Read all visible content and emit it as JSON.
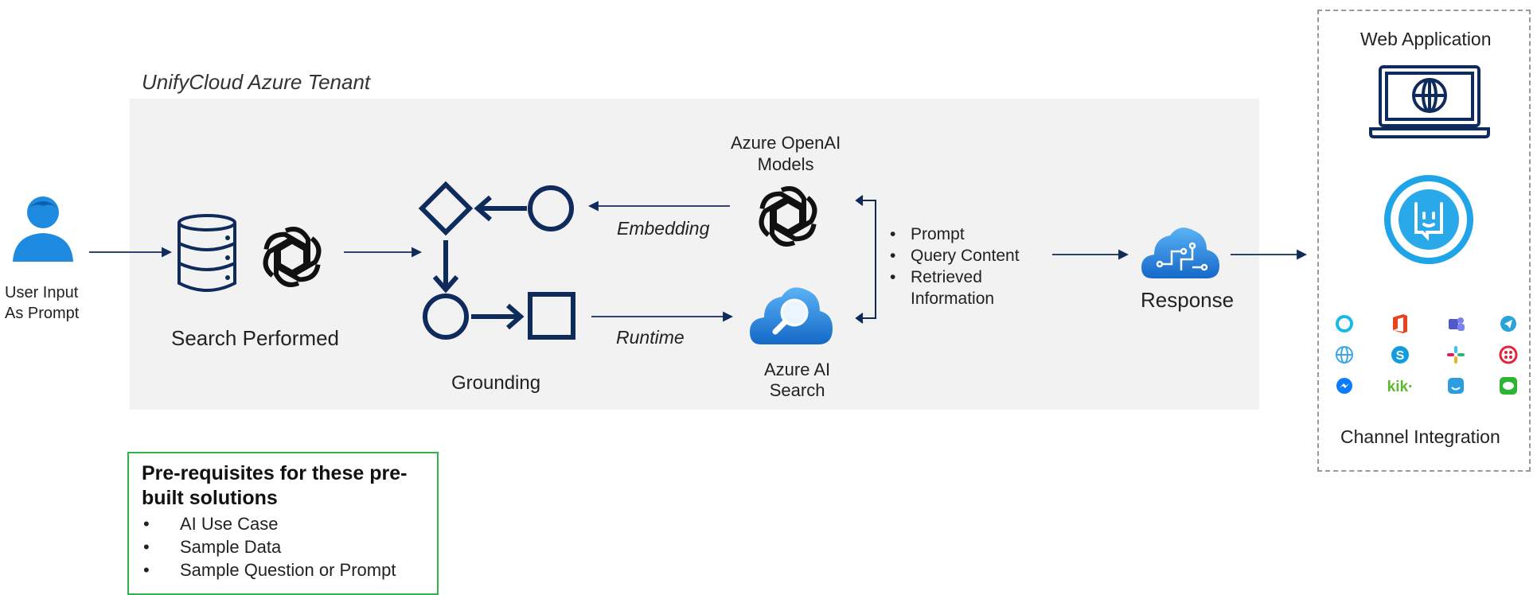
{
  "tenant": {
    "title": "UnifyCloud Azure Tenant"
  },
  "user": {
    "label_line1": "User Input",
    "label_line2": "As Prompt",
    "icon": "user-icon"
  },
  "search": {
    "label": "Search Performed",
    "icons": [
      "database-icon",
      "openai-icon"
    ]
  },
  "grounding": {
    "label": "Grounding",
    "icon": "flow-shapes-icon"
  },
  "embedding": {
    "label": "Embedding"
  },
  "runtime": {
    "label": "Runtime"
  },
  "openai": {
    "label_line1": "Azure OpenAI",
    "label_line2": "Models",
    "icon": "openai-icon"
  },
  "ai_search": {
    "label_line1": "Azure AI",
    "label_line2": "Search",
    "icon": "azure-search-cloud-icon"
  },
  "context": {
    "items": [
      "Prompt",
      "Query Content",
      "Retrieved",
      "Information"
    ]
  },
  "response": {
    "label": "Response",
    "icon": "cloud-circuit-icon"
  },
  "channel": {
    "web_app_label": "Web Application",
    "bot_icon": "bot-service-icon",
    "label": "Channel Integration",
    "channels": [
      "cortana",
      "office",
      "teams",
      "telegram",
      "web-chat",
      "skype",
      "slack",
      "twilio",
      "messenger",
      "kik",
      "groupme",
      "line"
    ]
  },
  "prereq": {
    "title_line1": "Pre-requisites for these pre-",
    "title_line2": "built solutions",
    "items": [
      "AI Use Case",
      "Sample Data",
      "Sample Question or Prompt"
    ]
  },
  "colors": {
    "navy": "#0f2b5c",
    "azure": "#1f8be0",
    "green": "#2fb34a",
    "tenant_bg": "#f2f2f2"
  }
}
